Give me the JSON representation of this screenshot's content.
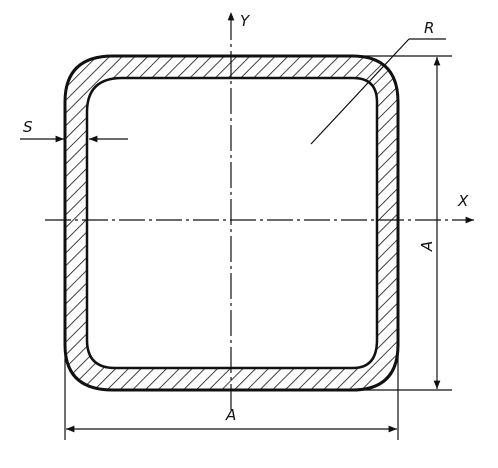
{
  "diagram": {
    "labels": {
      "y_axis": "Y",
      "x_axis": "X",
      "radius": "R",
      "thickness": "S",
      "width": "A",
      "height": "A"
    },
    "colors": {
      "line": "#111111",
      "background": "#ffffff"
    }
  }
}
